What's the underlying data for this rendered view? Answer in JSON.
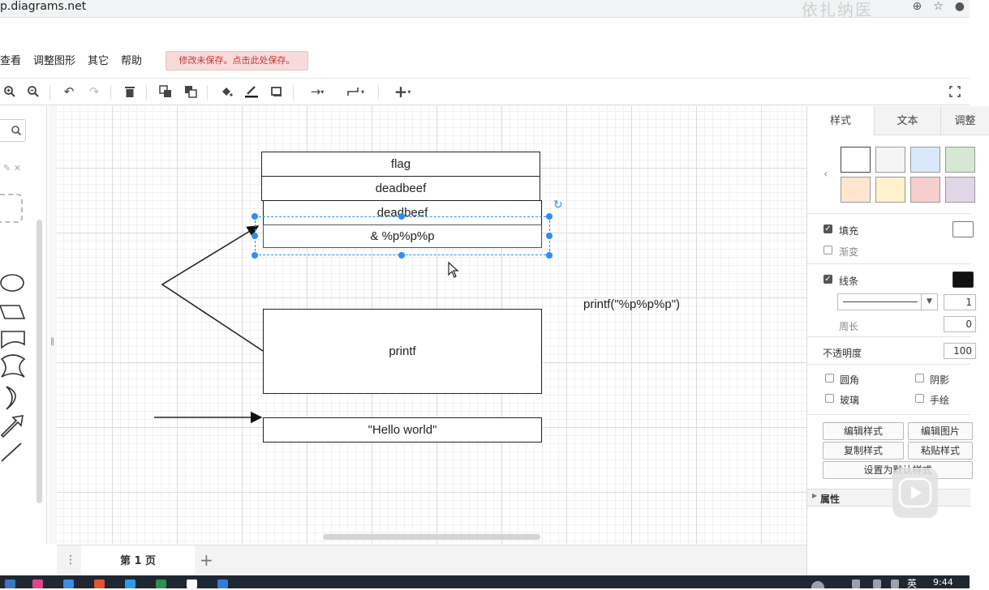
{
  "browser": {
    "url": "p.diagrams.net",
    "watermark": "依扎纳医"
  },
  "menu": {
    "items": [
      "查看",
      "调整图形",
      "其它",
      "帮助"
    ],
    "unsaved_notice": "修改未保存。点击此处保存。"
  },
  "toolbar": {
    "icons": [
      "zoom-in-icon",
      "zoom-out-icon",
      "undo-icon",
      "redo-icon",
      "delete-icon",
      "to-front-icon",
      "to-back-icon",
      "fill-color-icon",
      "line-color-icon",
      "shadow-icon",
      "connection-icon",
      "waypoint-icon",
      "insert-icon",
      "fullscreen-icon"
    ]
  },
  "diagram": {
    "stack_cells": [
      "flag",
      "deadbeef",
      "deadbeef",
      "& %p%p%p"
    ],
    "function_box": "printf",
    "string_box": "\"Hello world\"",
    "annotation": "printf(\"%p%p%p\")"
  },
  "pages": {
    "current": "第 1 页",
    "add": "+"
  },
  "format_panel": {
    "tabs": [
      "样式",
      "文本",
      "调整"
    ],
    "swatches": [
      "#ffffff",
      "#f5f5f5",
      "#dae8fc",
      "#d5e8d4",
      "#ffe6cc",
      "#fff2cc",
      "#f8cecc",
      "#e1d5e7"
    ],
    "fill_label": "填充",
    "gradient_label": "渐变",
    "line_label": "线条",
    "line_width": "1",
    "perimeter_label": "周长",
    "perimeter_value": "0",
    "opacity_label": "不透明度",
    "opacity_value": "100",
    "rounded_label": "圆角",
    "shadow_label": "阴影",
    "glass_label": "玻璃",
    "sketch_label": "手绘",
    "edit_style": "编辑样式",
    "edit_image": "编辑图片",
    "copy_style": "复制样式",
    "paste_style": "粘贴样式",
    "set_default": "设置为默认样式",
    "properties": "属性"
  },
  "taskbar": {
    "ime": "英",
    "clock": "9:44"
  }
}
